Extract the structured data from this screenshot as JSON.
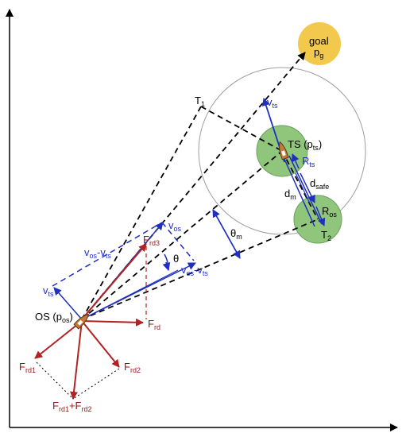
{
  "colors": {
    "axis": "#000000",
    "dashed": "#000000",
    "blue": "#1f2fbf",
    "red": "#b22222",
    "dark_red": "#8b1a1a",
    "green_fill": "#90c67c",
    "green_stroke": "#6aa05a",
    "goal_fill": "#f2c94c",
    "circle_grey": "#9e9e9e",
    "boat_fill": "#c47a3a"
  },
  "labels": {
    "goal": "goal",
    "pg": "p",
    "pg_sub": "g",
    "t1": "T",
    "t1_sub": "1",
    "t2": "T",
    "t2_sub": "2",
    "ts": "TS (p",
    "ts_sub": "ts",
    "ts_close": ")",
    "vts_top": "v",
    "vts_top_sub": "ts",
    "rts": "R",
    "rts_sub": "ts",
    "dsafe": "d",
    "dsafe_sub": "safe",
    "dm": "d",
    "dm_sub": "m",
    "ros": "R",
    "ros_sub": "os",
    "theta_m": "θ",
    "theta_m_sub": "m",
    "theta": "θ",
    "vos": "v",
    "vos_sub": "os",
    "vos_minus_vts_left": "v",
    "vos_minus_vts_left_sub1": "os",
    "vos_minus_vts_left_mid": "-v",
    "vos_minus_vts_left_sub2": "ts",
    "vos_minus_vts_right": "v",
    "vos_minus_vts_right_sub1": "os",
    "vos_minus_vts_right_mid": "-v",
    "vos_minus_vts_right_sub2": "ts",
    "vts_left": "v",
    "vts_left_sub": "ts",
    "os": "OS (p",
    "os_sub": "os",
    "os_close": ")",
    "frd": "F",
    "frd_sub": "rd",
    "frd3": "F",
    "frd3_sub": "rd3",
    "frd1": "F",
    "frd1_sub": "rd1",
    "frd2": "F",
    "frd2_sub": "rd2",
    "frd_sum_a": "F",
    "frd_sum_a_sub": "rd1",
    "frd_sum_plus": "+F",
    "frd_sum_b_sub": "rd2"
  }
}
